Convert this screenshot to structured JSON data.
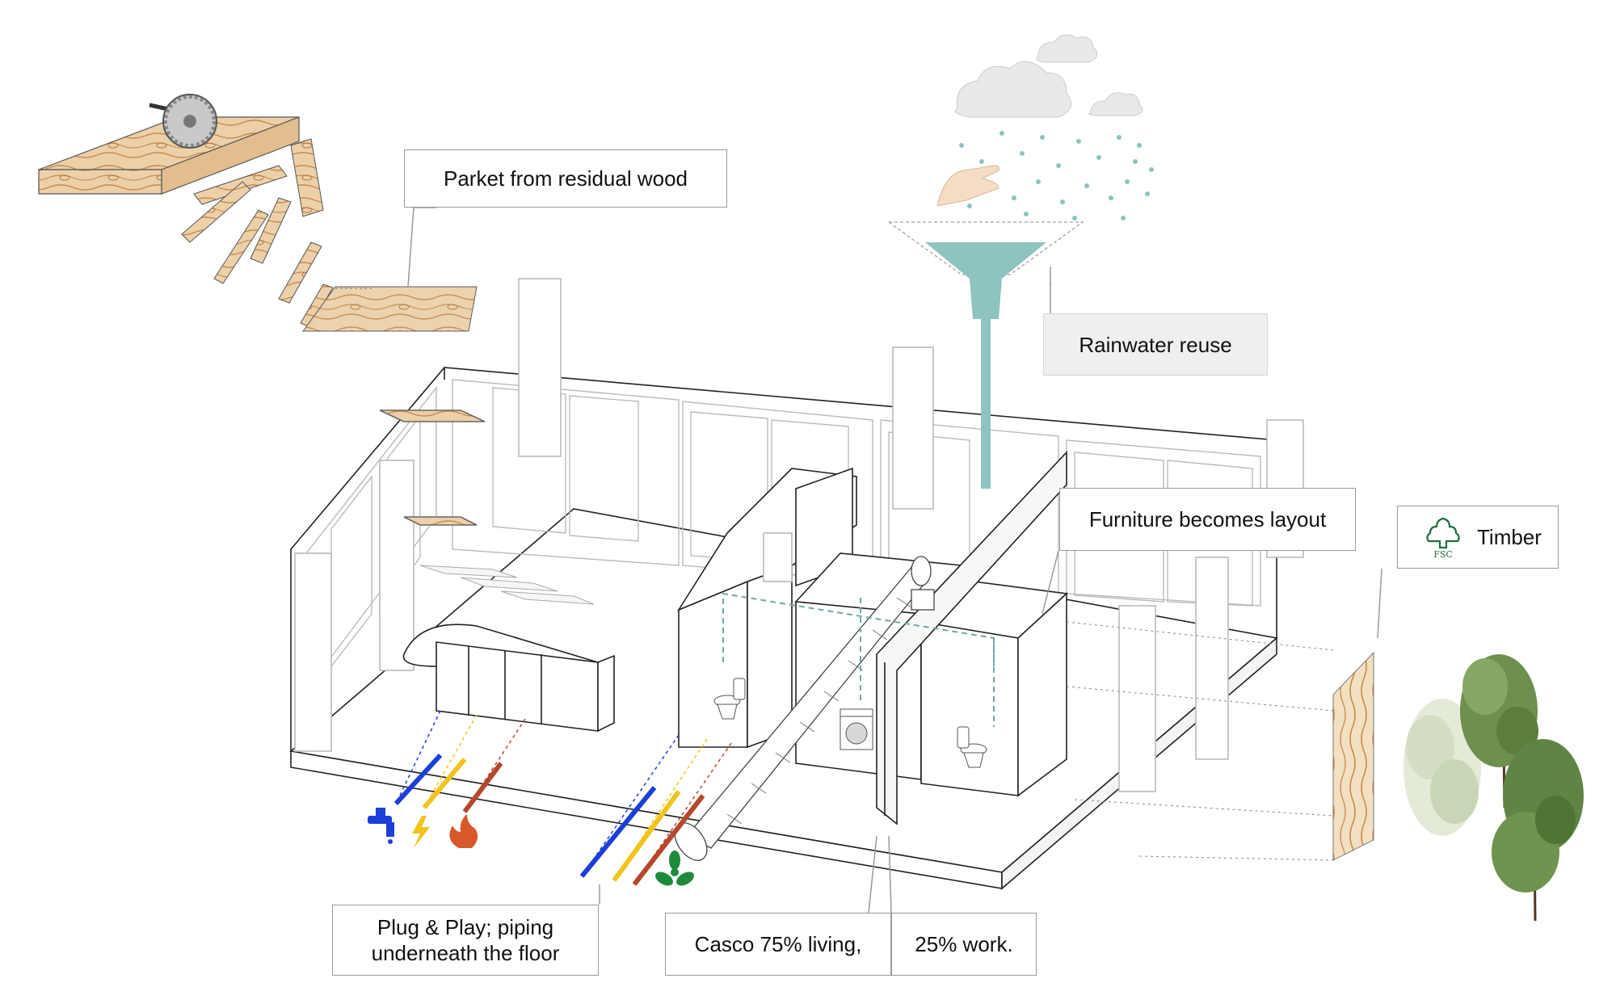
{
  "callouts": {
    "parket": "Parket from residual wood",
    "rainwater": "Rainwater reuse",
    "furniture": "Furniture becomes layout",
    "timber": "Timber",
    "plug_line1": "Plug & Play; piping",
    "plug_line2": "underneath the floor",
    "casco": "Casco 75% living,",
    "work": "25% work."
  },
  "fsc_logo_text": "FSC",
  "colors": {
    "water_pipe": "#1c3fd8",
    "electric_pipe": "#f0c419",
    "gas_pipe": "#b5472b",
    "ventilation_icon": "#1f8a3a",
    "rain_funnel": "#8ec3bf",
    "wood": "#e9c9a0",
    "wood_grain": "#c98a4a",
    "outline": "#222222",
    "callout_border": "#9a9a9a"
  },
  "icons": [
    "saw-blade-icon",
    "cloud-icon",
    "raindrop-icon",
    "hand-icon",
    "water-tap-icon",
    "lightning-icon",
    "flame-icon",
    "fan-icon",
    "toilet-icon",
    "washing-machine-icon",
    "fsc-tree-icon",
    "tree-icon"
  ]
}
